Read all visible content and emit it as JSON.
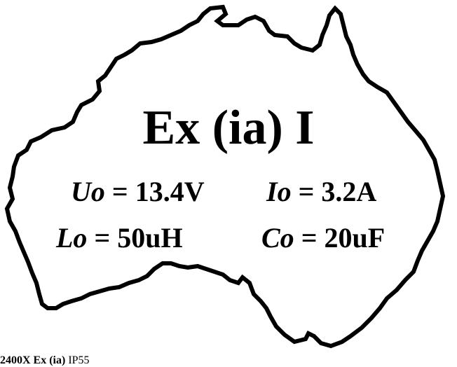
{
  "marking": {
    "title": "Ex (ia) I",
    "params": [
      {
        "symbol": "Uo",
        "equals": " = ",
        "value": "13.4V"
      },
      {
        "symbol": "Io",
        "equals": " = ",
        "value": "3.2A"
      },
      {
        "symbol": "Lo",
        "equals": " = ",
        "value": "50uH"
      },
      {
        "symbol": "Co",
        "equals": " = ",
        "value": "20uF"
      }
    ]
  },
  "footer": {
    "model": "2400X Ex (ia)",
    "rating": " IP55"
  },
  "colors": {
    "outline": "#000000",
    "text": "#000000",
    "background": "#ffffff"
  },
  "graphic": "australia-map-outline"
}
